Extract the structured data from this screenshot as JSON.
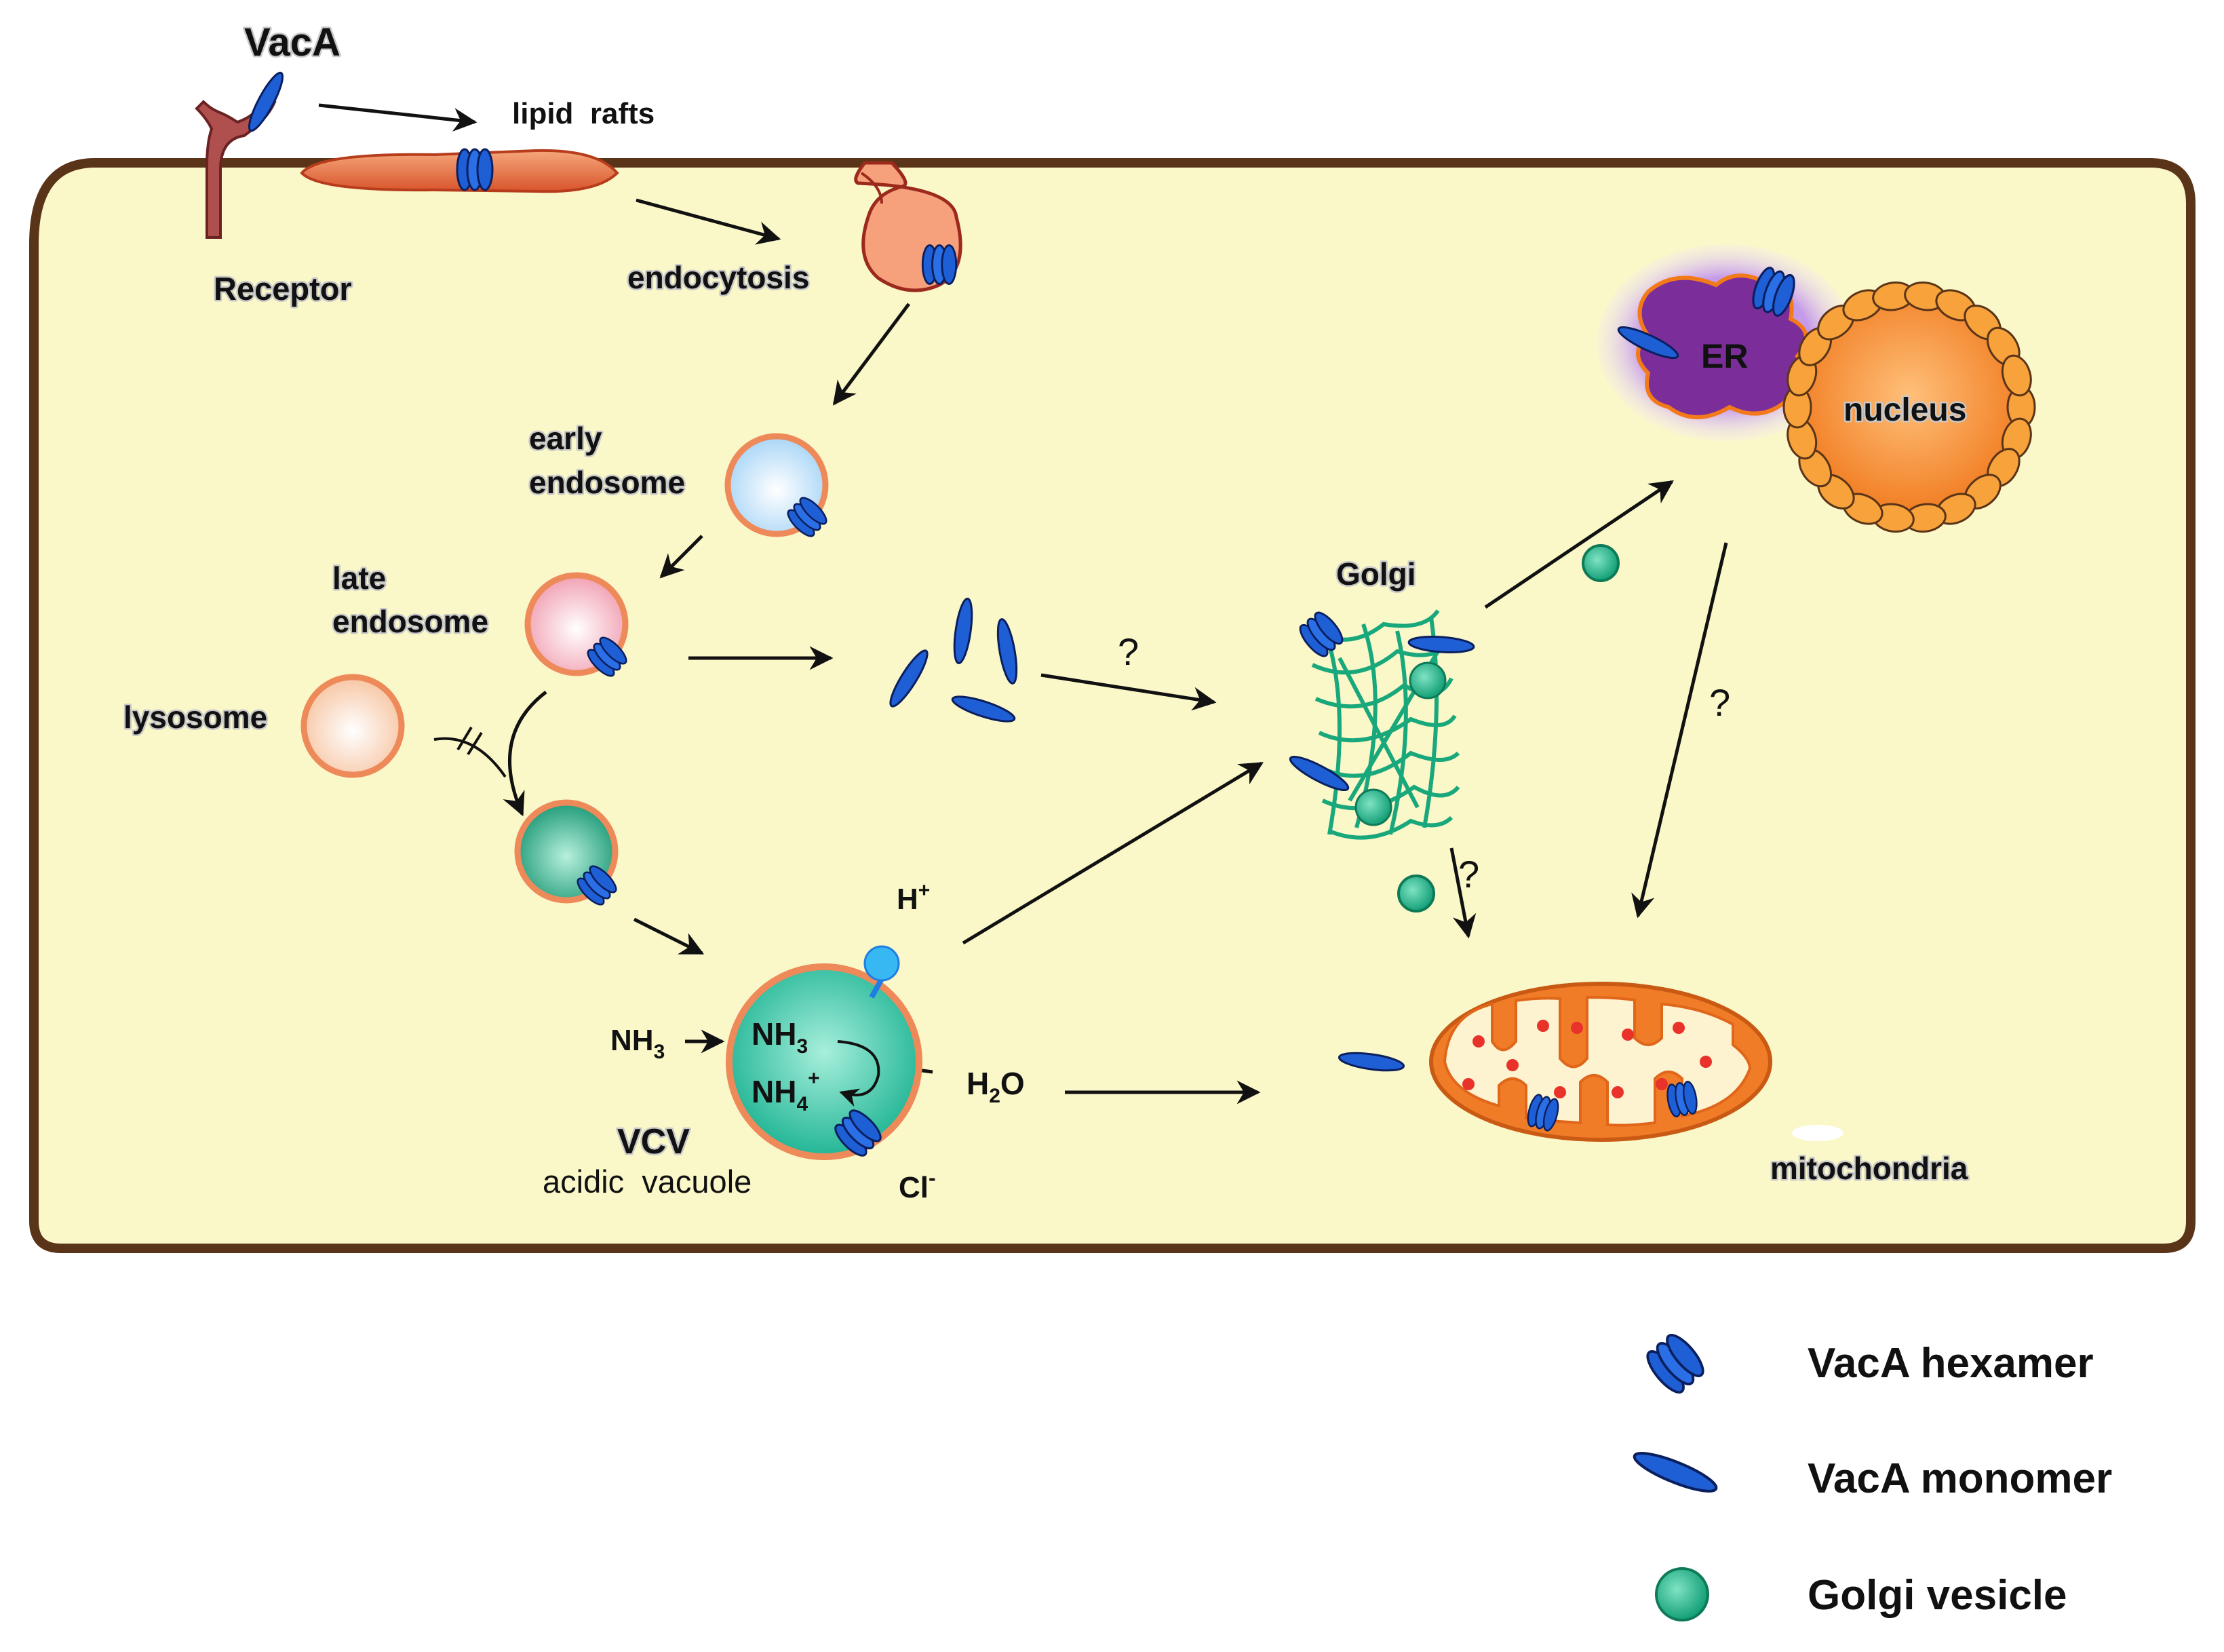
{
  "labels": {
    "vaca": "VacA",
    "lipid_rafts": "lipid  rafts",
    "receptor": "Receptor",
    "endocytosis": "endocytosis",
    "early_endosome_1": "early",
    "early_endosome_2": "endosome",
    "late_endosome_1": "late",
    "late_endosome_2": "endosome",
    "lysosome": "lysosome",
    "golgi": "Golgi",
    "er": "ER",
    "nucleus": "nucleus",
    "mitochondria": "mitochondria",
    "vcv": "VCV",
    "acidic_vacuole": "acidic  vacuole",
    "question_mark": "?",
    "h_plus_base": "H",
    "h_plus_sup": "+",
    "nh3_base": "NH",
    "nh3_sub": "3",
    "nh4_base": "NH",
    "nh4_sub": "4",
    "nh4_sup": "+",
    "h2o_h": "H",
    "h2o_sub": "2",
    "h2o_o": "O",
    "cl_base": "Cl",
    "cl_sup": "-"
  },
  "legend": {
    "hexamer": "VacA hexamer",
    "monomer": "VacA monomer",
    "golgi_vesicle": "Golgi vesicle"
  },
  "colors": {
    "cytoplasm": "#faf7c8",
    "membrane": "#5a3418",
    "vaca_blue": "#1f5fd6",
    "vesicle_green": "#1aa87e",
    "nucleus_orange": "#f27a1a",
    "er_purple": "#7b2e9a",
    "mito_orange": "#f07c28"
  }
}
